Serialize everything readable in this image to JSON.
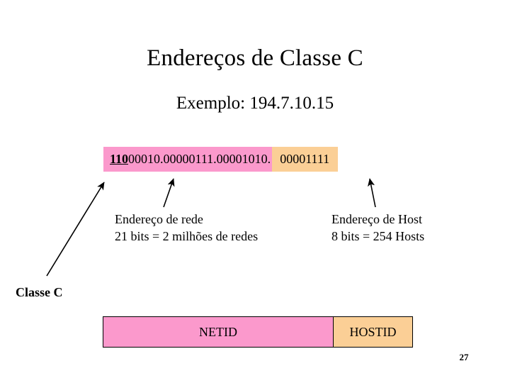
{
  "slide": {
    "title": "Endereços de Classe C",
    "subtitle": "Exemplo: 194.7.10.15",
    "page_number": "27"
  },
  "colors": {
    "netid_pink": "#FB99CC",
    "hostid_orange": "#FBCF96",
    "text": "#000000",
    "border": "#000000",
    "background": "#FFFFFF"
  },
  "binary_bar": {
    "network_prefix_bold": "110",
    "network_rest": "00010.00000111.00001010.",
    "host_bits": "00001111",
    "full_binary": "11000010.00000111.00001010.00001111"
  },
  "annotations": {
    "network": {
      "line1": "Endereço de rede",
      "line2": "21 bits = 2 milhões de redes"
    },
    "host": {
      "line1": "Endereço de Host",
      "line2": "8 bits = 254 Hosts"
    }
  },
  "class_row": {
    "label": "Classe C",
    "netid_label": "NETID",
    "hostid_label": "HOSTID"
  }
}
